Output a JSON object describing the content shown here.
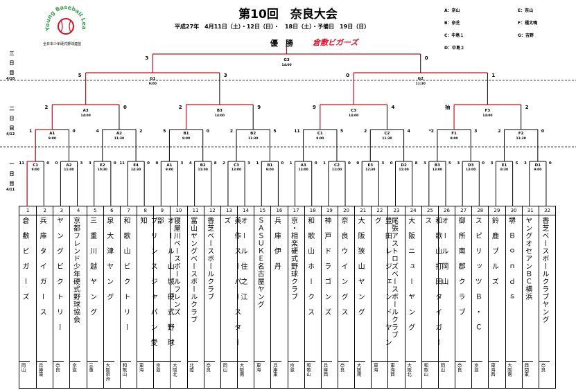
{
  "header": {
    "title": "第10回　奈良大会",
    "subtitle": "平成27年　4月11日（土）・12日（日）・　18日（土）・予備日　19日（日）",
    "winner_label": "優　勝",
    "winner_name": "倉敷ビガーズ",
    "logo_text": "全日本少年硬式野球連盟",
    "logo_arc": "Young Baseball League"
  },
  "venues": [
    "A：奈山",
    "E：奈山",
    "B：奈芝",
    "F：橿太鳴",
    "C：中島１",
    "G：吉野",
    "D：中島２"
  ],
  "days": [
    {
      "label": "三\n日\n目",
      "date": "4/18"
    },
    {
      "label": "二\n日\n目",
      "date": "4/12"
    },
    {
      "label": "一\n日\n目",
      "date": "4/11"
    }
  ],
  "teams": [
    {
      "no": "1",
      "name": "倉　敷　ビ　ガ　ー　ズ",
      "region": "岡山"
    },
    {
      "no": "2",
      "name": "兵　庫　タ　イ　ガ　ー　ス",
      "region": "兵庫東"
    },
    {
      "no": "3",
      "name": "ヤ　ン　グ　ビ　ク　ト　リ　ー",
      "region": "奈良"
    },
    {
      "no": "4",
      "name": "京都フレンド少年硬式野球協会",
      "region": "京滋"
    },
    {
      "no": "5",
      "name": "三　重　川　越　ヤ　ン　グ",
      "region": "三重"
    },
    {
      "no": "6",
      "name": "泉　大　津　ヤ　ン　グ",
      "region": "大阪泉州"
    },
    {
      "no": "7",
      "name": "和　歌　山　ビ　ク　ト　リ　ー",
      "region": "和歌山"
    },
    {
      "no": "8",
      "name": "プ　リ　ン　ス　ジ　ャ　パ　ン　愛　知",
      "region": "東海"
    },
    {
      "no": "9",
      "name": "オ　ー　ル　山　城　硬　式　野　球　部",
      "region": "京滋"
    },
    {
      "no": "10",
      "name": "寝屋川ベースボールフレンズ",
      "region": "大阪北"
    },
    {
      "no": "11",
      "name": "富山ヤングベースボールクラブ",
      "region": "北陸"
    },
    {
      "no": "12",
      "name": "香芝ベースボールクラブ",
      "region": "奈良"
    },
    {
      "no": "13",
      "name": "美　作　ス　ー　パ　ー　ス　タ　ー　ズ",
      "region": "岡山"
    },
    {
      "no": "14",
      "name": "オ　ー　ル　住　之　江",
      "region": "大阪南"
    },
    {
      "no": "15",
      "name": "ＳＡＳＵＫＥ名古屋ヤング",
      "region": "東海"
    },
    {
      "no": "16",
      "name": "兵　庫　伊　丹",
      "region": "兵庫東"
    },
    {
      "no": "17",
      "name": "京・相楽硬式野球クラブ",
      "region": "京滋"
    },
    {
      "no": "18",
      "name": "和　歌　山　ホ　ー　ク　ス",
      "region": "和歌山"
    },
    {
      "no": "19",
      "name": "神　戸　ド　ラ　ゴ　ン　ズ",
      "region": "兵庫西"
    },
    {
      "no": "20",
      "name": "奈　良　ウ　イ　ン　グ　ス",
      "region": "奈良"
    },
    {
      "no": "21",
      "name": "大　阪　狭　山　ヤ　ン　グ",
      "region": "大阪南"
    },
    {
      "no": "22",
      "name": "豊　田　レ　ジ　ェ　ン　ド　ヤ　ン　グ",
      "region": "東海"
    },
    {
      "no": "23",
      "name": "尾張アストロズベースボールクラブ",
      "region": "東海西"
    },
    {
      "no": "24",
      "name": "大　阪　ニ　ュ　ー　ヤ　ン　グ",
      "region": "大阪北"
    },
    {
      "no": "25",
      "name": "和　歌　山　打　田　タ　イ　ガ　ー　ス",
      "region": "和歌山"
    },
    {
      "no": "26",
      "name": "オ　ー　ル　岡　山",
      "region": "岡山"
    },
    {
      "no": "27",
      "name": "御　所　南　郡　ク　ラ　ブ",
      "region": "奈良"
    },
    {
      "no": "28",
      "name": "ス　ピ　リ　ッ　ツ　Ｂ　・　Ｃ",
      "region": "京滋"
    },
    {
      "no": "29",
      "name": "鈴　鹿　ブ　ル　ズ",
      "region": "東海西"
    },
    {
      "no": "30",
      "name": "堺　Ｂ　ｏ　ｎ　ｄ　ｓ",
      "region": "大阪南"
    },
    {
      "no": "31",
      "name": "ヤングオセアンＢＣ横浜",
      "region": "西関東"
    },
    {
      "no": "32",
      "name": "香芝ベースボールクラブヤング",
      "region": "奈良"
    }
  ],
  "round1": [
    {
      "code": "C1",
      "time": "9:00"
    },
    {
      "code": "A2",
      "time": "11:00"
    },
    {
      "code": "E2",
      "time": "10:30"
    },
    {
      "code": "E4",
      "time": "14:30"
    },
    {
      "code": "A1",
      "time": "9:00"
    },
    {
      "code": "B2",
      "time": "11:00"
    },
    {
      "code": "C3",
      "time": "13:00"
    },
    {
      "code": "B1",
      "time": "9:00"
    },
    {
      "code": "A3",
      "time": "13:00"
    },
    {
      "code": "C2",
      "time": "11:00"
    },
    {
      "code": "E3",
      "time": "12:30"
    },
    {
      "code": "D2",
      "time": "11:00"
    },
    {
      "code": "B3",
      "time": "13:00"
    },
    {
      "code": "D3",
      "time": "13:00"
    },
    {
      "code": "E1",
      "time": "8:30"
    },
    {
      "code": "D1",
      "time": "9:00"
    }
  ],
  "round1_scores": [
    [
      "11",
      "0"
    ],
    [
      "0",
      "3"
    ],
    [
      "3",
      "0"
    ],
    [
      "11",
      "0"
    ],
    [
      "0",
      "3"
    ],
    [
      "4",
      "8"
    ],
    [
      "2",
      "3"
    ],
    [
      "1",
      "0"
    ],
    [
      "1",
      "0"
    ],
    [
      "1",
      "0"
    ],
    [
      "0",
      "3"
    ],
    [
      "0",
      "8"
    ],
    [
      "3",
      "5"
    ],
    [
      "3",
      "0"
    ],
    [
      "3",
      "5"
    ],
    [
      "3",
      "0"
    ]
  ],
  "round2": [
    {
      "code": "A1",
      "time": "9:00"
    },
    {
      "code": "A2",
      "time": "11:30"
    },
    {
      "code": "B1",
      "time": "9:00"
    },
    {
      "code": "B2",
      "time": "11:30"
    },
    {
      "code": "C1",
      "time": "9:00"
    },
    {
      "code": "C2",
      "time": "11:30"
    },
    {
      "code": "F1",
      "time": "9:00"
    },
    {
      "code": "F2",
      "time": "11:30"
    }
  ],
  "round2_scores": [
    [
      "1",
      "0"
    ],
    [
      "4",
      "2"
    ],
    [
      "5",
      "0"
    ],
    [
      "2",
      "5"
    ],
    [
      "11",
      "5"
    ],
    [
      "2",
      "4"
    ],
    [
      "*2",
      "3"
    ],
    [
      "2",
      "0"
    ]
  ],
  "round3": [
    {
      "code": "A3",
      "time": "14:00"
    },
    {
      "code": "B3",
      "time": "14:00"
    },
    {
      "code": "C3",
      "time": "14:00"
    },
    {
      "code": "F3",
      "time": "14:00"
    }
  ],
  "round3_scores": [
    [
      "2",
      "0"
    ],
    [
      "2",
      "9"
    ],
    [
      "9",
      "4"
    ],
    [
      "抽",
      "2"
    ]
  ],
  "semis": [
    {
      "code": "G1",
      "time": "9:00"
    },
    {
      "code": "G2",
      "time": "11:30"
    }
  ],
  "semis_scores": [
    [
      "5",
      "3"
    ],
    [
      "0",
      "1"
    ]
  ],
  "final": {
    "code": "G3",
    "time": "14:00"
  },
  "final_scores": [
    "3",
    "0"
  ],
  "colors": {
    "winner_line": "#c0101f",
    "winner_text": "#e8102b",
    "mark": "#2a8c2a"
  }
}
